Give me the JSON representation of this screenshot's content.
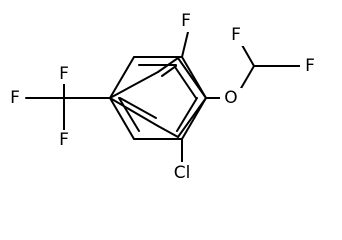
{
  "molecule": {
    "atoms": {
      "f_top": "F",
      "f_ring_o": "O",
      "f_chf2_1": "F",
      "f_chf2_2": "F",
      "cl": "Cl",
      "f_cf3_1": "F",
      "f_cf3_2": "F",
      "f_cf3_3": "F"
    }
  }
}
